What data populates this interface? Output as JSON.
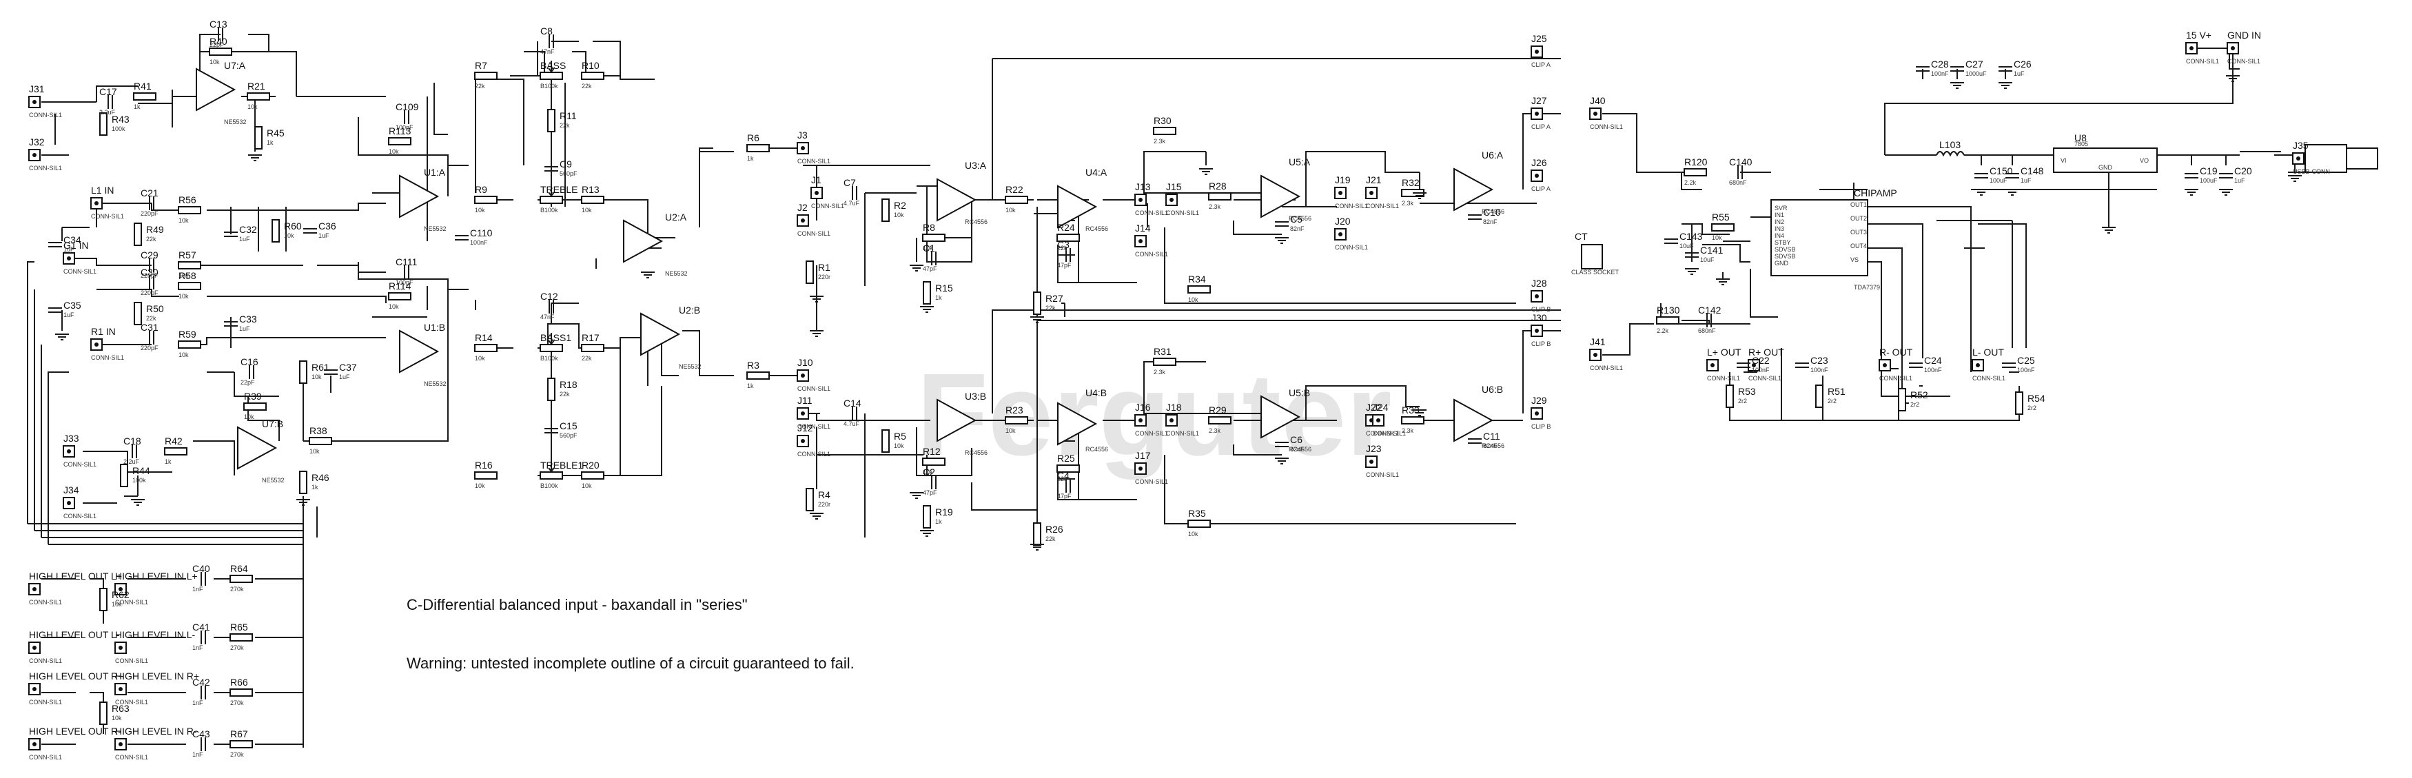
{
  "watermark": "Ferguter",
  "notes": {
    "caption": "C-Differential balanced input - baxandall in \"series\"",
    "warning": "Warning: untested incomplete outline of a circuit guaranteed to fail."
  },
  "connectors": [
    {
      "ref": "J31",
      "val": "CONN-SIL1"
    },
    {
      "ref": "J32",
      "val": "CONN-SIL1"
    },
    {
      "ref": "L1 IN",
      "val": "CONN-SIL1"
    },
    {
      "ref": "G1 IN",
      "val": "CONN-SIL1"
    },
    {
      "ref": "R1 IN",
      "val": "CONN-SIL1"
    },
    {
      "ref": "J33",
      "val": "CONN-SIL1"
    },
    {
      "ref": "J34",
      "val": "CONN-SIL1"
    },
    {
      "ref": "J1",
      "val": "CONN-SIL1"
    },
    {
      "ref": "J2",
      "val": "CONN-SIL1"
    },
    {
      "ref": "J3",
      "val": "CONN-SIL1"
    },
    {
      "ref": "J10",
      "val": "CONN-SIL1"
    },
    {
      "ref": "J11",
      "val": "CONN-SIL1"
    },
    {
      "ref": "J12",
      "val": "CONN-SIL1"
    },
    {
      "ref": "J13",
      "val": "CONN-SIL1"
    },
    {
      "ref": "J14",
      "val": "CONN-SIL1"
    },
    {
      "ref": "J15",
      "val": "CONN-SIL1"
    },
    {
      "ref": "J16",
      "val": "CONN-SIL1"
    },
    {
      "ref": "J17",
      "val": "CONN-SIL1"
    },
    {
      "ref": "J18",
      "val": "CONN-SIL1"
    },
    {
      "ref": "J19",
      "val": "CONN-SIL1"
    },
    {
      "ref": "J20",
      "val": "CONN-SIL1"
    },
    {
      "ref": "J21",
      "val": "CONN-SIL1"
    },
    {
      "ref": "J22",
      "val": "CONN-SIL1"
    },
    {
      "ref": "J23",
      "val": "CONN-SIL1"
    },
    {
      "ref": "J24",
      "val": "CONN-SIL1"
    },
    {
      "ref": "J25",
      "val": "CLIP A"
    },
    {
      "ref": "J26",
      "val": "CLIP A"
    },
    {
      "ref": "J27",
      "val": "CLIP A"
    },
    {
      "ref": "J28",
      "val": "CLIP B"
    },
    {
      "ref": "J29",
      "val": "CLIP B"
    },
    {
      "ref": "J30",
      "val": "CLIP B"
    },
    {
      "ref": "J40",
      "val": "CONN-SIL1"
    },
    {
      "ref": "J41",
      "val": "CONN-SIL1"
    },
    {
      "ref": "J35",
      "val": "USBB-CONN"
    },
    {
      "ref": "L+ OUT",
      "val": "CONN-SIL1"
    },
    {
      "ref": "R+ OUT",
      "val": "CONN-SIL1"
    },
    {
      "ref": "R- OUT",
      "val": "CONN-SIL1"
    },
    {
      "ref": "L- OUT",
      "val": "CONN-SIL1"
    },
    {
      "ref": "15 V+",
      "val": "CONN-SIL1"
    },
    {
      "ref": "GND IN",
      "val": "CONN-SIL1"
    },
    {
      "ref": "HIGH LEVEL OUT L+",
      "val": "CONN-SIL1"
    },
    {
      "ref": "HIGH LEVEL IN L+",
      "val": "CONN-SIL1"
    },
    {
      "ref": "HIGH LEVEL OUT L-",
      "val": "CONN-SIL1"
    },
    {
      "ref": "HIGH LEVEL IN L-",
      "val": "CONN-SIL1"
    },
    {
      "ref": "HIGH LEVEL OUT R+",
      "val": "CONN-SIL1"
    },
    {
      "ref": "HIGH LEVEL IN R+",
      "val": "CONN-SIL1"
    },
    {
      "ref": "HIGH LEVEL OUT R-",
      "val": "CONN-SIL1"
    },
    {
      "ref": "HIGH LEVEL IN R-",
      "val": "CONN-SIL1"
    }
  ],
  "opamps": [
    {
      "ref": "U7:A",
      "val": "NE5532"
    },
    {
      "ref": "U7:B",
      "val": "NE5532"
    },
    {
      "ref": "U1:A",
      "val": "NE5532"
    },
    {
      "ref": "U1:B",
      "val": "NE5532"
    },
    {
      "ref": "U2:A",
      "val": "NE5532"
    },
    {
      "ref": "U2:B",
      "val": "NE5532"
    },
    {
      "ref": "U3:A",
      "val": "RC4556"
    },
    {
      "ref": "U3:B",
      "val": "RC4556"
    },
    {
      "ref": "U4:A",
      "val": "RC4556"
    },
    {
      "ref": "U4:B",
      "val": "RC4556"
    },
    {
      "ref": "U5:A",
      "val": "RC4556"
    },
    {
      "ref": "U5:B",
      "val": "RC4556"
    },
    {
      "ref": "U6:A",
      "val": "RC4556"
    },
    {
      "ref": "U6:B",
      "val": "RC4556"
    }
  ],
  "passives": [
    {
      "ref": "R40",
      "val": "10k"
    },
    {
      "ref": "R41",
      "val": "1k"
    },
    {
      "ref": "R43",
      "val": "100k"
    },
    {
      "ref": "R21",
      "val": "10k"
    },
    {
      "ref": "R45",
      "val": "1k"
    },
    {
      "ref": "C13",
      "val": "22pF"
    },
    {
      "ref": "C17",
      "val": "2.2uF"
    },
    {
      "ref": "R7",
      "val": "22k"
    },
    {
      "ref": "R10",
      "val": "22k"
    },
    {
      "ref": "C8",
      "val": "47nF"
    },
    {
      "ref": "BASS",
      "val": "B100k"
    },
    {
      "ref": "R11",
      "val": "22k"
    },
    {
      "ref": "C9",
      "val": "560pF"
    },
    {
      "ref": "TREBLE",
      "val": "B100k"
    },
    {
      "ref": "R9",
      "val": "10k"
    },
    {
      "ref": "R13",
      "val": "10k"
    },
    {
      "ref": "C109",
      "val": "100pF"
    },
    {
      "ref": "R113",
      "val": "10k"
    },
    {
      "ref": "C110",
      "val": "100nF"
    },
    {
      "ref": "C21",
      "val": "220pF"
    },
    {
      "ref": "R56",
      "val": "10k"
    },
    {
      "ref": "R49",
      "val": "22k"
    },
    {
      "ref": "C32",
      "val": "1uF"
    },
    {
      "ref": "R60",
      "val": "10k"
    },
    {
      "ref": "C36",
      "val": "1uF"
    },
    {
      "ref": "C34",
      "val": "1uF"
    },
    {
      "ref": "C29",
      "val": "220pF"
    },
    {
      "ref": "R57",
      "val": "10k"
    },
    {
      "ref": "C30",
      "val": "220pF"
    },
    {
      "ref": "R58",
      "val": "10k"
    },
    {
      "ref": "C35",
      "val": "1uF"
    },
    {
      "ref": "R50",
      "val": "22k"
    },
    {
      "ref": "C33",
      "val": "1uF"
    },
    {
      "ref": "C31",
      "val": "220pF"
    },
    {
      "ref": "R59",
      "val": "10k"
    },
    {
      "ref": "C111",
      "val": "100pF"
    },
    {
      "ref": "R114",
      "val": "10k"
    },
    {
      "ref": "C16",
      "val": "22pF"
    },
    {
      "ref": "R61",
      "val": "10k"
    },
    {
      "ref": "C37",
      "val": "1uF"
    },
    {
      "ref": "R39",
      "val": "10k"
    },
    {
      "ref": "R38",
      "val": "10k"
    },
    {
      "ref": "R42",
      "val": "1k"
    },
    {
      "ref": "C18",
      "val": "2.2uF"
    },
    {
      "ref": "R44",
      "val": "100k"
    },
    {
      "ref": "R46",
      "val": "1k"
    },
    {
      "ref": "R14",
      "val": "10k"
    },
    {
      "ref": "C12",
      "val": "47nF"
    },
    {
      "ref": "BASS1",
      "val": "B100k"
    },
    {
      "ref": "R17",
      "val": "22k"
    },
    {
      "ref": "R18",
      "val": "22k"
    },
    {
      "ref": "C15",
      "val": "560pF"
    },
    {
      "ref": "R16",
      "val": "10k"
    },
    {
      "ref": "TREBLE1",
      "val": "B100k"
    },
    {
      "ref": "R20",
      "val": "10k"
    },
    {
      "ref": "R6",
      "val": "1k"
    },
    {
      "ref": "R3",
      "val": "1k"
    },
    {
      "ref": "C7",
      "val": "4.7uF"
    },
    {
      "ref": "R2",
      "val": "10k"
    },
    {
      "ref": "R1",
      "val": "220r"
    },
    {
      "ref": "R8",
      "val": "10k"
    },
    {
      "ref": "C1",
      "val": "47pF"
    },
    {
      "ref": "R15",
      "val": "1k"
    },
    {
      "ref": "R22",
      "val": "10k"
    },
    {
      "ref": "C14",
      "val": "4.7uF"
    },
    {
      "ref": "R5",
      "val": "10k"
    },
    {
      "ref": "R4",
      "val": "220r"
    },
    {
      "ref": "R12",
      "val": "10k"
    },
    {
      "ref": "C2",
      "val": "47pF"
    },
    {
      "ref": "R19",
      "val": "1k"
    },
    {
      "ref": "R23",
      "val": "10k"
    },
    {
      "ref": "R24",
      "val": "22k"
    },
    {
      "ref": "C3",
      "val": "47pF"
    },
    {
      "ref": "R27",
      "val": "22k"
    },
    {
      "ref": "R30",
      "val": "2.3k"
    },
    {
      "ref": "R28",
      "val": "2.3k"
    },
    {
      "ref": "C5",
      "val": "82nF"
    },
    {
      "ref": "R34",
      "val": "10k"
    },
    {
      "ref": "R25",
      "val": "22k"
    },
    {
      "ref": "C4",
      "val": "47pF"
    },
    {
      "ref": "R26",
      "val": "22k"
    },
    {
      "ref": "R31",
      "val": "2.3k"
    },
    {
      "ref": "R29",
      "val": "2.3k"
    },
    {
      "ref": "C6",
      "val": "82nF"
    },
    {
      "ref": "R35",
      "val": "10k"
    },
    {
      "ref": "R32",
      "val": "2.3k"
    },
    {
      "ref": "C10",
      "val": "82nF"
    },
    {
      "ref": "R33",
      "val": "2.3k"
    },
    {
      "ref": "C11",
      "val": "82nF"
    },
    {
      "ref": "R120",
      "val": "2.2k"
    },
    {
      "ref": "C140",
      "val": "680nF"
    },
    {
      "ref": "R55",
      "val": "10k"
    },
    {
      "ref": "C143",
      "val": "10uF"
    },
    {
      "ref": "C141",
      "val": "10uF"
    },
    {
      "ref": "R130",
      "val": "2.2k"
    },
    {
      "ref": "C142",
      "val": "680nF"
    },
    {
      "ref": "C22",
      "val": "100nF"
    },
    {
      "ref": "C23",
      "val": "100nF"
    },
    {
      "ref": "R53",
      "val": "2r2"
    },
    {
      "ref": "R51",
      "val": "2r2"
    },
    {
      "ref": "C24",
      "val": "100nF"
    },
    {
      "ref": "R52",
      "val": "2r2"
    },
    {
      "ref": "C25",
      "val": "100nF"
    },
    {
      "ref": "R54",
      "val": "2r2"
    },
    {
      "ref": "C28",
      "val": "100nF"
    },
    {
      "ref": "C27",
      "val": "1000uF"
    },
    {
      "ref": "C26",
      "val": "1uF"
    },
    {
      "ref": "L103",
      "val": ""
    },
    {
      "ref": "C150",
      "val": "100uF"
    },
    {
      "ref": "C148",
      "val": "1uF"
    },
    {
      "ref": "C19",
      "val": "100uF"
    },
    {
      "ref": "C20",
      "val": "1uF"
    },
    {
      "ref": "R62",
      "val": "10k"
    },
    {
      "ref": "R63",
      "val": "10k"
    },
    {
      "ref": "C40",
      "val": "1nF"
    },
    {
      "ref": "R64",
      "val": "270k"
    },
    {
      "ref": "C41",
      "val": "1nF"
    },
    {
      "ref": "R65",
      "val": "270k"
    },
    {
      "ref": "C42",
      "val": "1nF"
    },
    {
      "ref": "R66",
      "val": "270k"
    },
    {
      "ref": "C43",
      "val": "1nF"
    },
    {
      "ref": "R67",
      "val": "270k"
    }
  ],
  "ics": {
    "chipamp": {
      "ref": "CHIPAMP",
      "val": "TDA7379",
      "pins": [
        "SVR",
        "IN1",
        "IN2",
        "IN3",
        "IN4",
        "STBY",
        "SDVSB",
        "SDVSB",
        "GND",
        "OUT1",
        "OUT2",
        "OUT3",
        "OUT4",
        "VS"
      ]
    },
    "regulator": {
      "ref": "U8",
      "val": "7805",
      "pins": [
        "VI",
        "VO",
        "GND"
      ]
    },
    "socket": {
      "ref": "CT",
      "val": "CLASS SOCKET"
    }
  }
}
